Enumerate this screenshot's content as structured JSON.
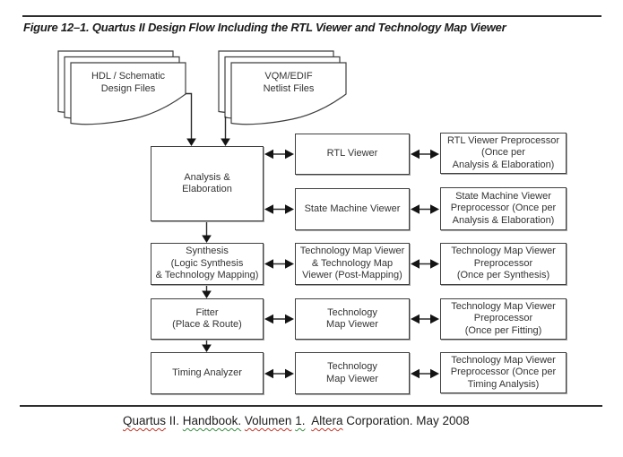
{
  "figure": {
    "title": "Figure 12–1. Quartus II Design Flow Including the RTL Viewer and Technology Map Viewer"
  },
  "diagram": {
    "sources": {
      "hdl": {
        "lines": [
          "HDL / Schematic",
          "Design Files"
        ]
      },
      "vqm": {
        "lines": [
          "VQM/EDIF",
          "Netlist Files"
        ]
      }
    },
    "boxes": {
      "analysis": {
        "lines": [
          "Analysis &",
          "Elaboration"
        ]
      },
      "rtl_viewer": {
        "lines": [
          "RTL Viewer"
        ]
      },
      "state_machine_viewer": {
        "lines": [
          "State Machine Viewer"
        ]
      },
      "synthesis": {
        "lines": [
          "Synthesis",
          "(Logic Synthesis",
          "& Technology Mapping)"
        ]
      },
      "tmv_post_mapping": {
        "lines": [
          "Technology Map Viewer",
          "& Technology Map",
          "Viewer (Post-Mapping)"
        ]
      },
      "fitter": {
        "lines": [
          "Fitter",
          "(Place & Route)"
        ]
      },
      "tmv_fitter": {
        "lines": [
          "Technology",
          "Map Viewer"
        ]
      },
      "timing_analyzer": {
        "lines": [
          "Timing Analyzer"
        ]
      },
      "tmv_timing": {
        "lines": [
          "Technology",
          "Map Viewer"
        ]
      },
      "rtl_preprocessor": {
        "lines": [
          "RTL Viewer Preprocessor",
          "(Once per",
          "Analysis & Elaboration)"
        ]
      },
      "smv_preprocessor": {
        "lines": [
          "State Machine Viewer",
          "Preprocessor (Once per",
          "Analysis & Elaboration)"
        ]
      },
      "tmv_preprocessor_synthesis": {
        "lines": [
          "Technology Map Viewer",
          "Preprocessor",
          "(Once per Synthesis)"
        ]
      },
      "tmv_preprocessor_fitting": {
        "lines": [
          "Technology Map Viewer",
          "Preprocessor",
          "(Once per Fitting)"
        ]
      },
      "tmv_preprocessor_timing": {
        "lines": [
          "Technology Map Viewer",
          "Preprocessor (Once per",
          "Timing Analysis)"
        ]
      }
    },
    "style": {
      "arrow_color": "#141414",
      "box_border_color": "#404040",
      "spellcheck_red": "#c0392b",
      "spellcheck_green": "#3c8f45"
    }
  },
  "footer": {
    "segments": [
      {
        "text": "Quartus",
        "spell": "red"
      },
      {
        "text": " II. ",
        "spell": "none"
      },
      {
        "text": "Handbook.",
        "spell": "green"
      },
      {
        "text": " ",
        "spell": "none"
      },
      {
        "text": "Volumen",
        "spell": "red"
      },
      {
        "text": " ",
        "spell": "none"
      },
      {
        "text": "1.",
        "spell": "green"
      },
      {
        "text": "  ",
        "spell": "none"
      },
      {
        "text": "Altera",
        "spell": "red"
      },
      {
        "text": " Corporation. May 2008",
        "spell": "none"
      }
    ]
  }
}
